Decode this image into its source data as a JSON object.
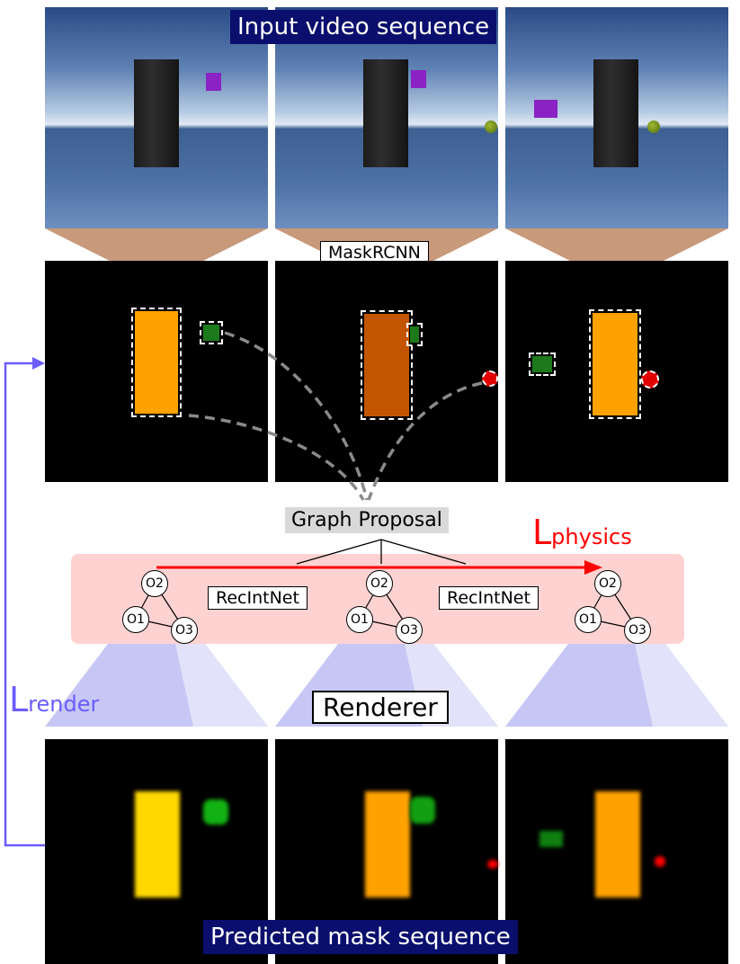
{
  "labels": {
    "input": "Input video sequence",
    "maskrcnn": "MaskRCNN",
    "graph_proposal": "Graph Proposal",
    "physics_main": "L",
    "physics_sub": "physics",
    "render_main": "L",
    "render_sub": "render",
    "renderer": "Renderer",
    "predicted": "Predicted mask sequence",
    "recintnet_1": "RecIntNet",
    "recintnet_2": "RecIntNet"
  },
  "nodes": [
    "O2",
    "O1",
    "O3"
  ],
  "colors": {
    "title_bg": "#0a0f6e",
    "physics": "#ff0000",
    "render": "#6a5cff",
    "graph_band": "#ffd2d2",
    "projector": "#c7c7f5",
    "funnel": "#c8997a",
    "pillar_mask": "#ffa200",
    "dark_pillar_mask": "#c45500",
    "green_mask": "#1c7a1c",
    "red_mask": "#e00000",
    "yellow_pred": "#ffd800"
  }
}
